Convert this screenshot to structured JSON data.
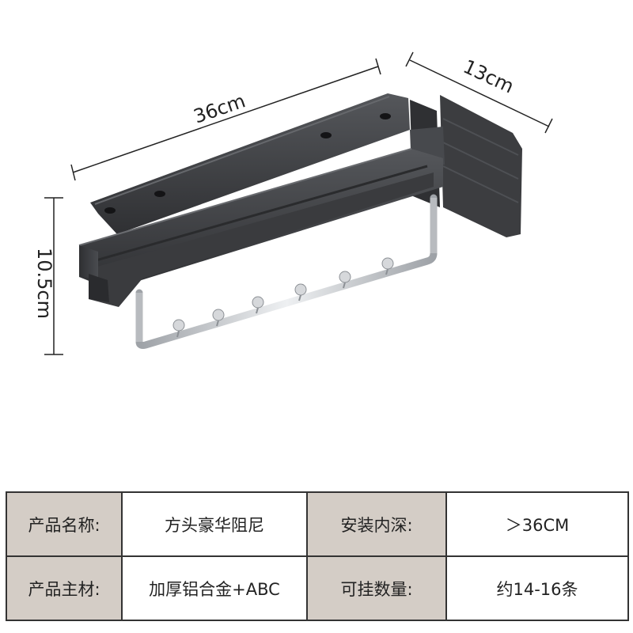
{
  "dimensions": {
    "length": "36cm",
    "depth": "13cm",
    "height": "10.5cm"
  },
  "colors": {
    "rail": "#3a3b3e",
    "rail_light": "#55575b",
    "steel": "#c9ccd0",
    "label_cell": "#d4cdc6",
    "border": "#333333"
  },
  "specs": {
    "rows": [
      {
        "k1": "产品名称:",
        "v1": "方头豪华阻尼",
        "k2": "安装内深:",
        "v2": "＞36CM"
      },
      {
        "k1": "产品主材:",
        "v1": "加厚铝合金+ABC",
        "k2": "可挂数量:",
        "v2": "约14-16条"
      }
    ]
  }
}
